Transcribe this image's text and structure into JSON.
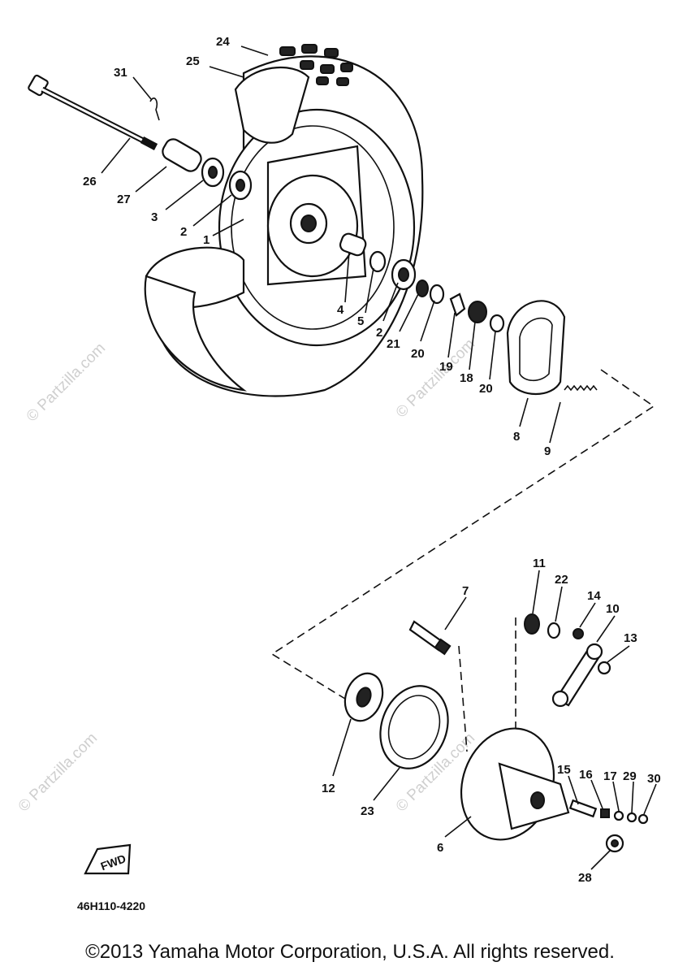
{
  "diagram": {
    "callouts": [
      "1",
      "2",
      "2",
      "3",
      "4",
      "5",
      "6",
      "7",
      "8",
      "9",
      "10",
      "11",
      "12",
      "13",
      "14",
      "15",
      "16",
      "17",
      "18",
      "19",
      "20",
      "20",
      "21",
      "22",
      "23",
      "24",
      "25",
      "26",
      "27",
      "28",
      "29",
      "30",
      "31"
    ],
    "part_code": "46H110-4220",
    "fwd_label": "FWD"
  },
  "watermark": {
    "text": "© Partzilla.com"
  },
  "footer": {
    "copyright": "©2013 Yamaha Motor Corporation, U.S.A. All rights reserved."
  }
}
